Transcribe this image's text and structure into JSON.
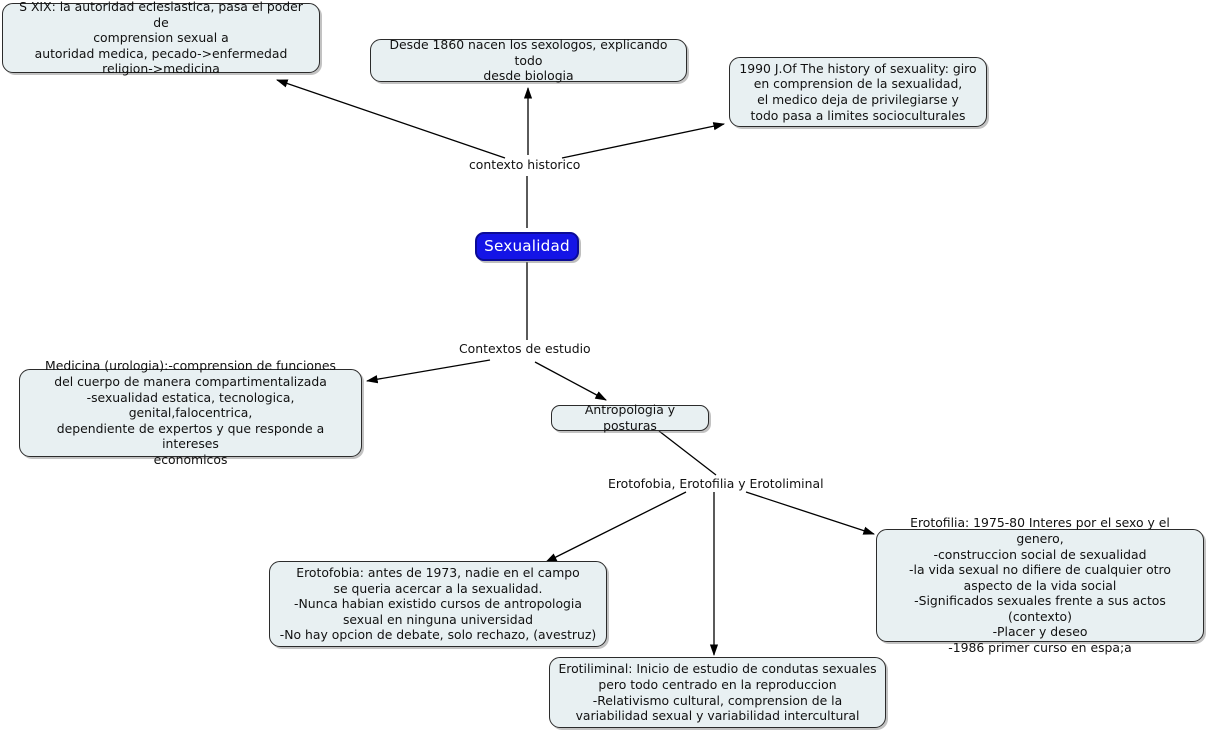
{
  "map": {
    "title": "Sexualidad",
    "background_color": "#ffffff",
    "node_fill": "#e8f0f2",
    "node_border": "#2b2b2b",
    "root_fill": "#1414e6",
    "root_text_color": "#ffffff",
    "edge_color": "#000000"
  },
  "root_node": {
    "label": "Sexualidad"
  },
  "link_labels": {
    "contexto_historico": "contexto historico",
    "contextos_de_estudio": "Contextos de estudio",
    "erotofobia_erotofilia_erotoliminal": "Erotofobia, Erotofilia y Erotoliminal"
  },
  "nodes": {
    "s_xix": "S XIX: la autoridad eclesiastica, pasa el poder de\ncomprension sexual a\nautoridad medica, pecado->enfermedad\nreligion->medicina",
    "sexologos_1860": "Desde 1860 nacen los sexologos, explicando todo\ndesde biologia",
    "history_of_sexuality_1990": "1990 J.Of The history of sexuality: giro\nen comprension de la sexualidad,\nel medico deja de privilegiarse y\ntodo pasa a limites socioculturales",
    "medicina_urologia": "Medicina (urologia):-comprension de funciones\ndel cuerpo de manera compartimentalizada\n-sexualidad estatica, tecnologica, genital,falocentrica,\ndependiente de expertos y que responde a intereses\neconomicos",
    "antropologia_y_posturas": "Antropologia y posturas",
    "erotofobia": "Erotofobia: antes de 1973, nadie en el campo\nse queria acercar a la sexualidad.\n-Nunca habian existido cursos de antropologia\nsexual en ninguna universidad\n-No hay opcion de debate, solo rechazo, (avestruz)",
    "erotiliminal": "Erotiliminal: Inicio de estudio de condutas sexuales\npero todo centrado en la reproduccion\n-Relativismo cultural, comprension de la\nvariabilidad sexual y variabilidad intercultural",
    "erotofilia": "Erotofilia: 1975-80 Interes por el sexo y el genero,\n-construccion social de sexualidad\n-la vida sexual no difiere de cualquier otro\naspecto de la vida social\n-Significados sexuales frente a sus actos (contexto)\n-Placer y deseo\n-1986 primer curso en espa;a"
  }
}
